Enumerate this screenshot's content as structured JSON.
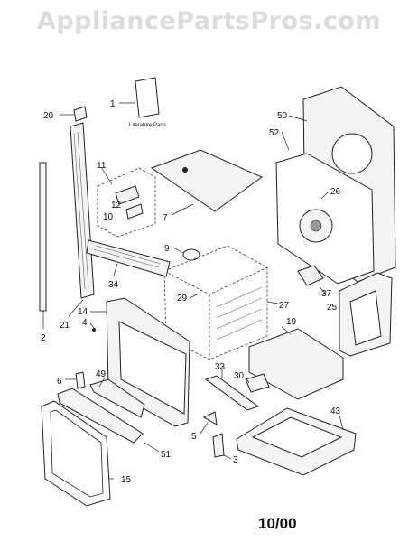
{
  "watermark": "AppliancePartsPros.com",
  "literature_caption": "Literature Parts",
  "date_code": "10/00",
  "callouts": [
    "1",
    "2",
    "3",
    "4",
    "5",
    "6",
    "7",
    "9",
    "10",
    "11",
    "12",
    "14",
    "15",
    "19",
    "20",
    "21",
    "25",
    "26",
    "27",
    "29",
    "30",
    "33",
    "34",
    "37",
    "43",
    "49",
    "50",
    "51",
    "52"
  ]
}
